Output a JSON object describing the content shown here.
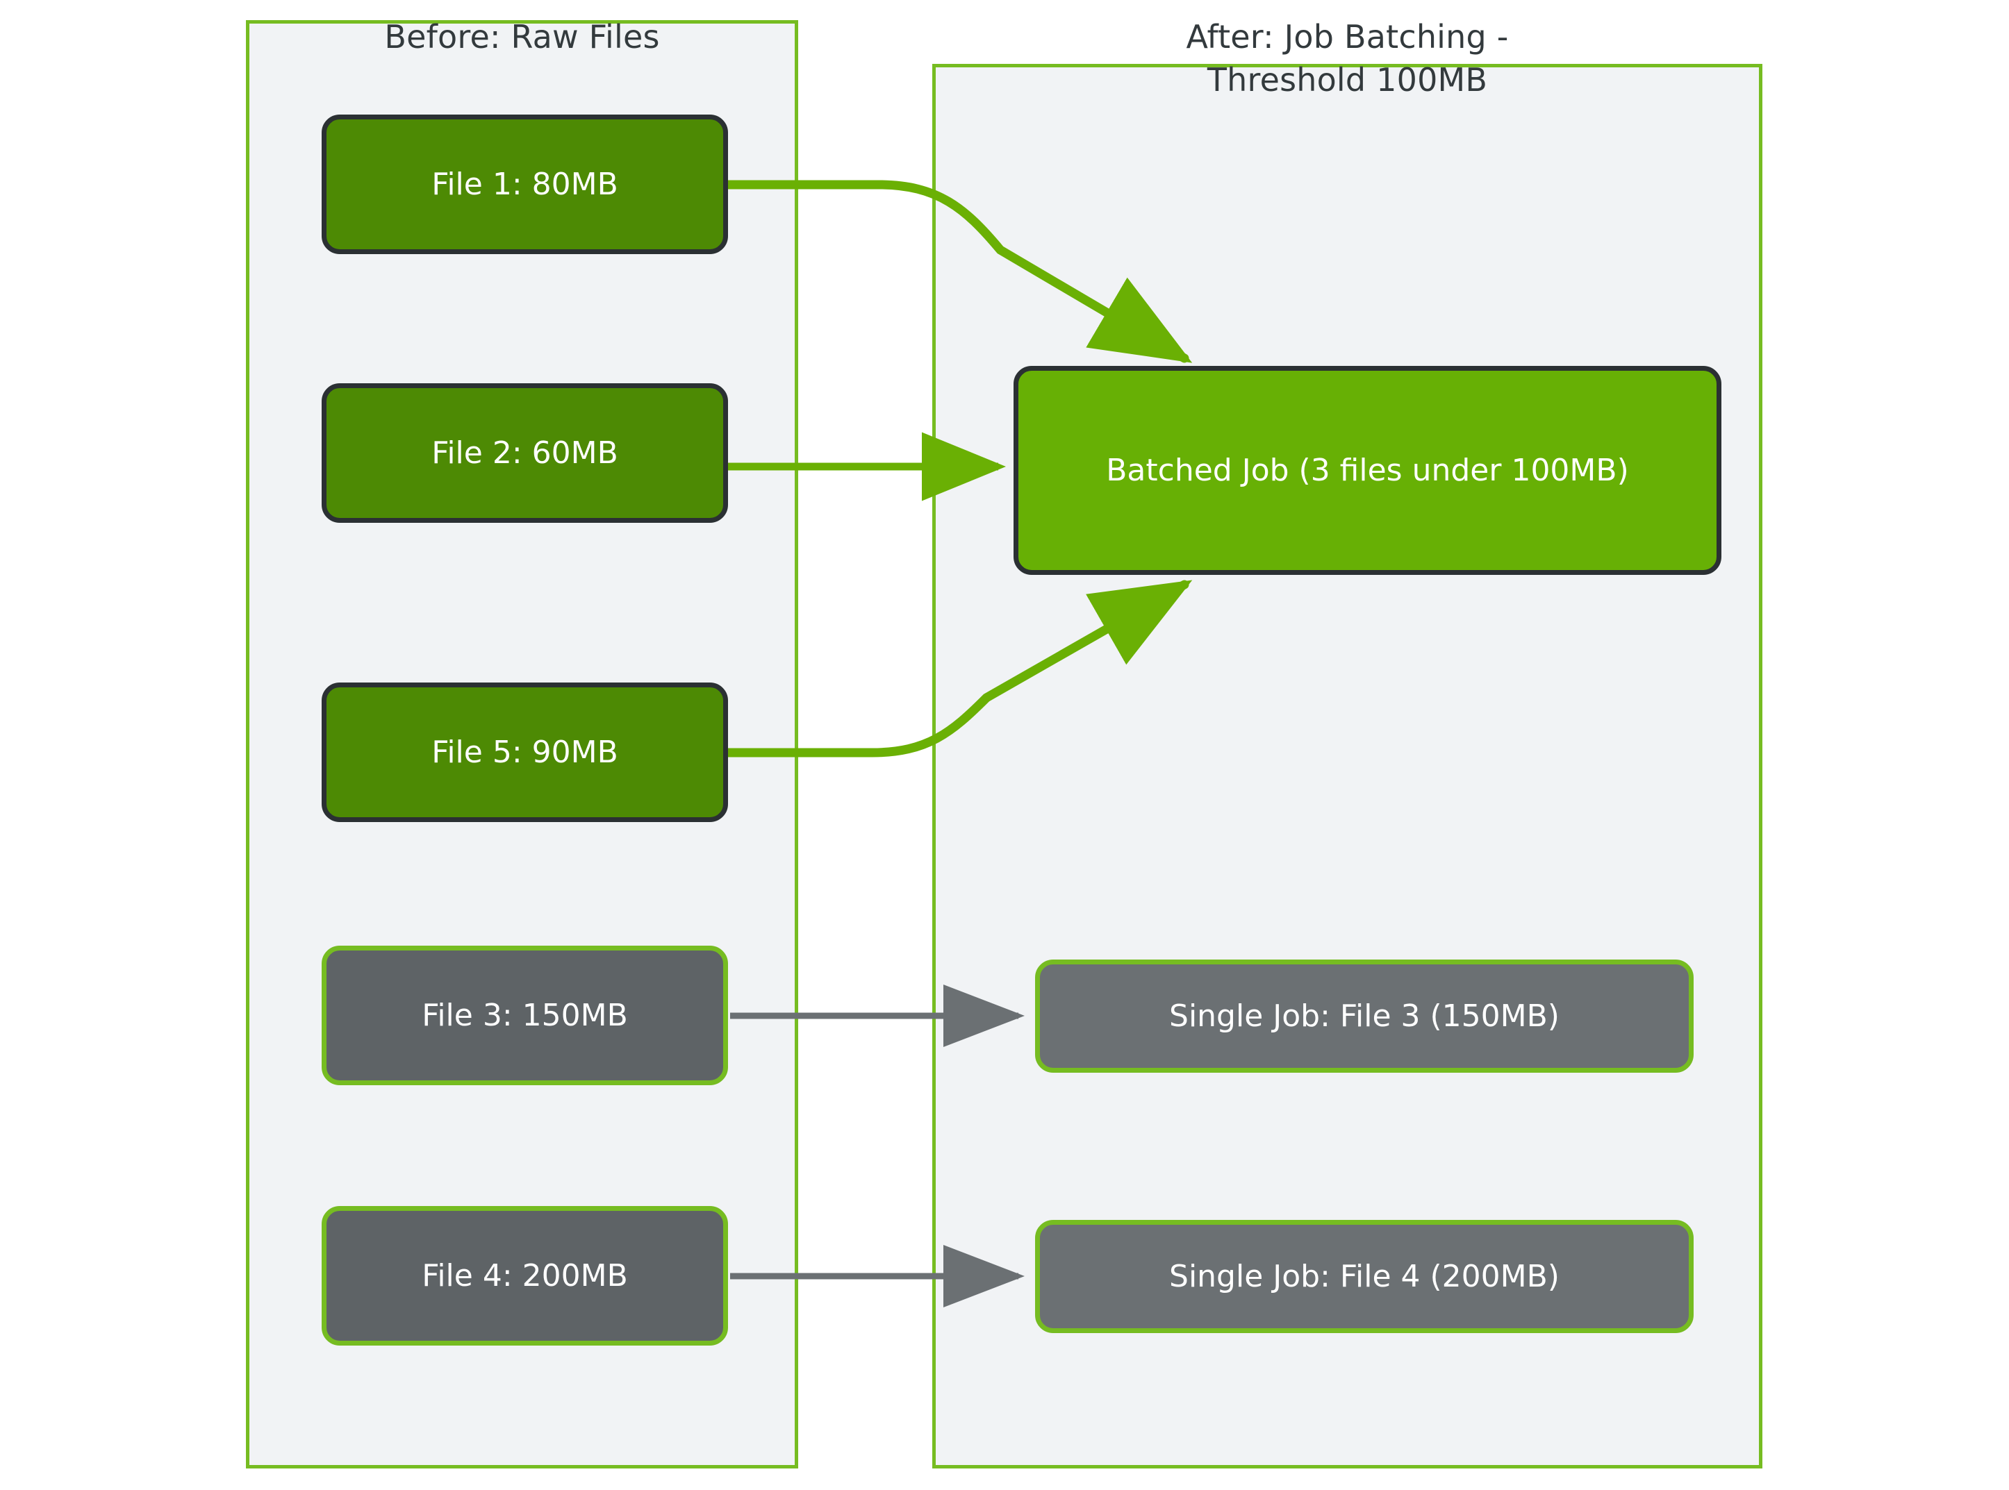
{
  "diagram": {
    "type": "flowchart",
    "direction": "left-to-right",
    "groups": [
      {
        "id": "before",
        "title": "Before: Raw Files"
      },
      {
        "id": "after",
        "title": "After: Job Batching -\nThreshold 100MB"
      }
    ],
    "nodes": [
      {
        "id": "file1",
        "label": "File 1: 80MB",
        "group": "before",
        "style": "file-small"
      },
      {
        "id": "file2",
        "label": "File 2: 60MB",
        "group": "before",
        "style": "file-small"
      },
      {
        "id": "file5",
        "label": "File 5: 90MB",
        "group": "before",
        "style": "file-small"
      },
      {
        "id": "file3",
        "label": "File 3: 150MB",
        "group": "before",
        "style": "file-large"
      },
      {
        "id": "file4",
        "label": "File 4: 200MB",
        "group": "before",
        "style": "file-large"
      },
      {
        "id": "batched",
        "label": "Batched Job (3 files under 100MB)",
        "group": "after",
        "style": "batched"
      },
      {
        "id": "single3",
        "label": "Single Job: File 3 (150MB)",
        "group": "after",
        "style": "single"
      },
      {
        "id": "single4",
        "label": "Single Job: File 4 (200MB)",
        "group": "after",
        "style": "single"
      }
    ],
    "edges": [
      {
        "from": "file1",
        "to": "batched",
        "color": "#6ab004",
        "shape": "curved"
      },
      {
        "from": "file2",
        "to": "batched",
        "color": "#6ab004",
        "shape": "straight"
      },
      {
        "from": "file5",
        "to": "batched",
        "color": "#6ab004",
        "shape": "curved"
      },
      {
        "from": "file3",
        "to": "single3",
        "color": "#6b7073",
        "shape": "straight"
      },
      {
        "from": "file4",
        "to": "single4",
        "color": "#6b7073",
        "shape": "straight"
      }
    ],
    "colors": {
      "panel_background": "#f1f3f5",
      "panel_border": "#76bc21",
      "small_file_fill": "#4d8a04",
      "small_file_border": "#2b3033",
      "large_file_fill": "#5e6366",
      "large_file_border": "#76bc21",
      "batched_fill": "#67b005",
      "single_fill": "#6b7073",
      "green_edge": "#6ab004",
      "gray_edge": "#6b7073",
      "node_text": "#ffffff",
      "title_text": "#333a3d"
    }
  }
}
